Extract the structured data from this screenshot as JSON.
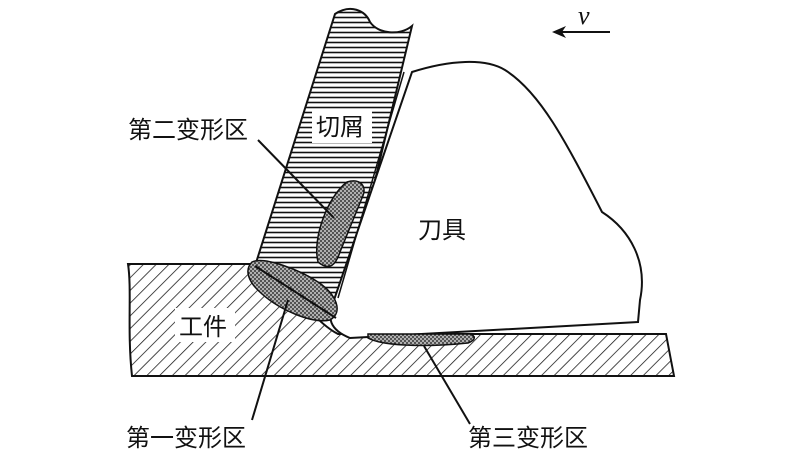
{
  "diagram": {
    "labels": {
      "velocity": "v",
      "chip": "切屑",
      "tool": "刀具",
      "workpiece": "工件",
      "secondary_zone": "第二变形区",
      "primary_zone": "第一变形区",
      "tertiary_zone": "第三变形区"
    },
    "colors": {
      "stroke": "#111111",
      "background": "#ffffff"
    }
  }
}
